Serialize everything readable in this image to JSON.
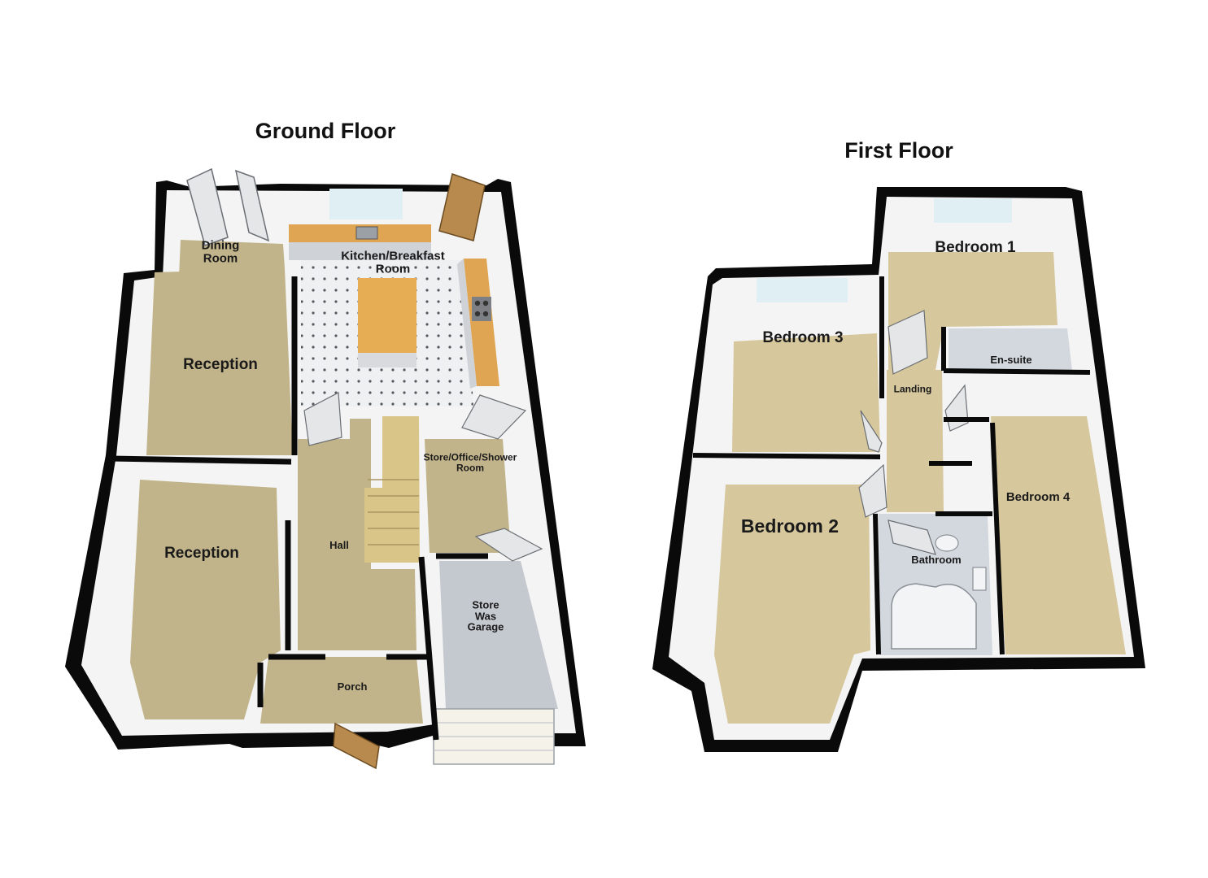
{
  "floors": {
    "ground": {
      "title": "Ground Floor",
      "rooms": {
        "dining": "Dining\nRoom",
        "kitchen": "Kitchen/Breakfast\nRoom",
        "reception_back": "Reception",
        "reception_front": "Reception",
        "hall": "Hall",
        "store_office": "Store/Office/Shower\nRoom",
        "store_garage": "Store\nWas\nGarage",
        "porch": "Porch"
      }
    },
    "first": {
      "title": "First Floor",
      "rooms": {
        "bedroom1": "Bedroom 1",
        "bedroom2": "Bedroom 2",
        "bedroom3": "Bedroom 3",
        "bedroom4": "Bedroom 4",
        "ensuite": "En-suite",
        "landing": "Landing",
        "bathroom": "Bathroom"
      }
    }
  },
  "colors": {
    "wall": "#0a0a0a",
    "wall_inner": "#f4f4f4",
    "carpet": "#c2b48a",
    "carpet_light": "#d6c79c",
    "kitchen_floor": "#eef0f2",
    "worktop": "#e0a552",
    "garage_floor": "#c4c9cf",
    "bath_floor": "#d2d8de",
    "door": "#b88a4d",
    "window": "#dfeff3"
  }
}
